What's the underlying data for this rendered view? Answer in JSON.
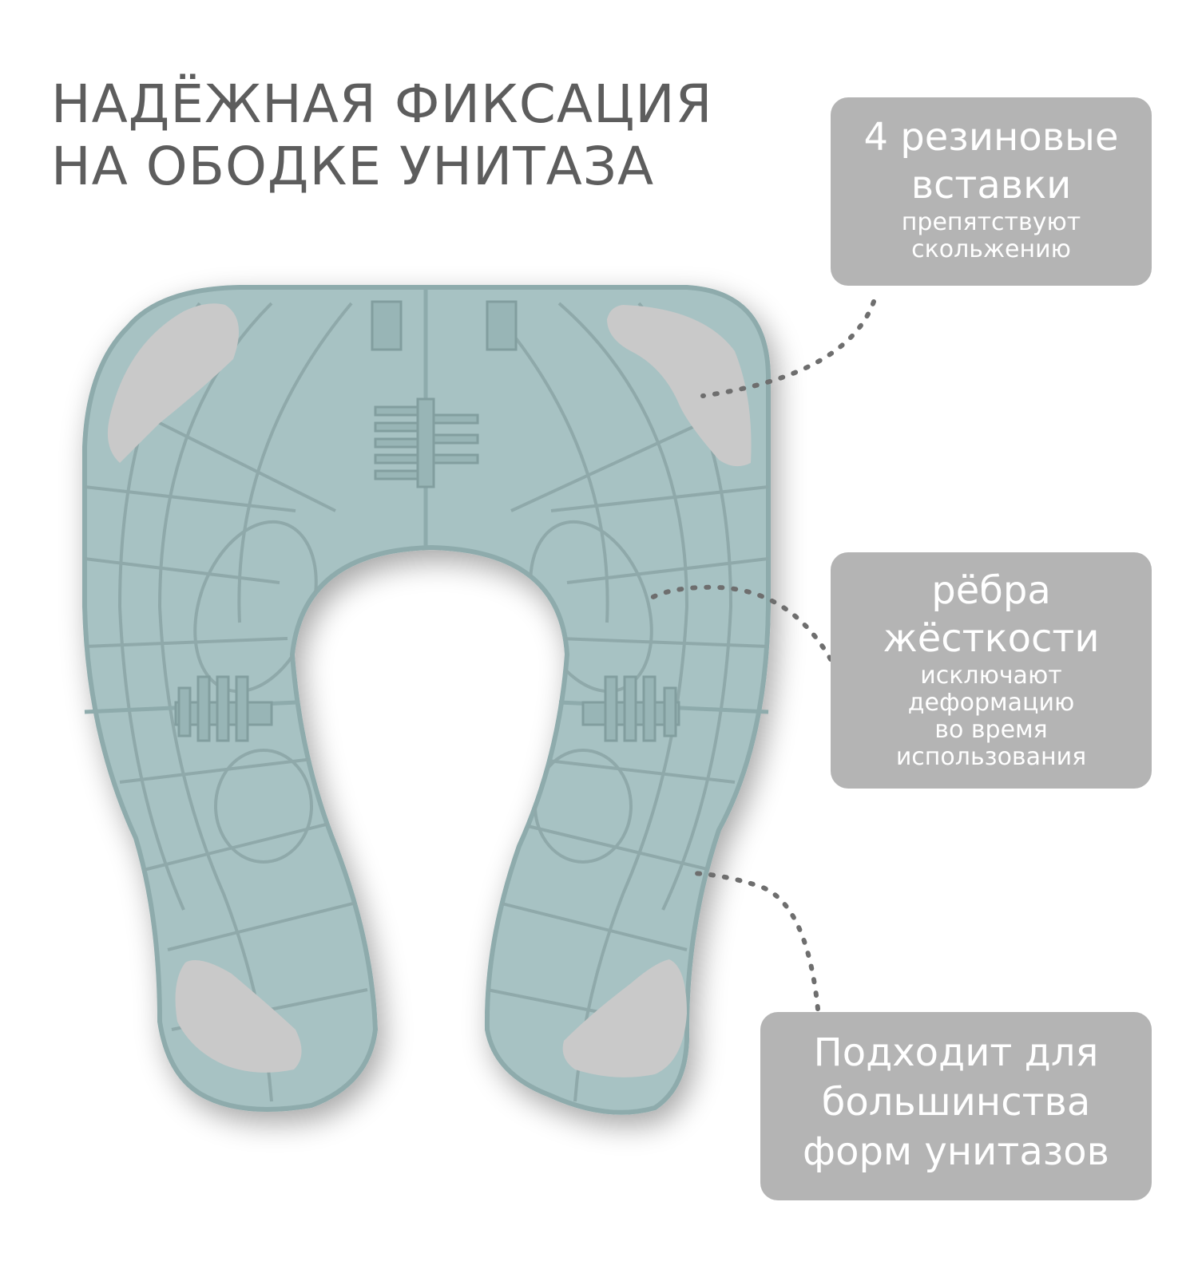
{
  "title": {
    "line1": "НАДЁЖНАЯ ФИКСАЦИЯ",
    "line2": "НА ОБОДКЕ УНИТАЗА"
  },
  "callouts": [
    {
      "head_lines": [
        "4 резиновые",
        "вставки"
      ],
      "sub_lines": [
        "препятствуют",
        "скольжению"
      ]
    },
    {
      "head_lines": [
        "рёбра",
        "жёсткости"
      ],
      "sub_lines": [
        "исключают",
        "деформацию",
        "во время",
        "использования"
      ]
    },
    {
      "head_lines": [
        "Подходит для",
        "большинства",
        "форм унитазов"
      ],
      "sub_lines": []
    }
  ],
  "colors": {
    "seat": "#a7c2c3",
    "seat_edge": "#8eabac",
    "rib": "#8fa9aa",
    "pad": "#c9c9c9",
    "callout_bg": "#b4b4b4",
    "title": "#5d5d5d",
    "leader": "#6e6e6e"
  }
}
